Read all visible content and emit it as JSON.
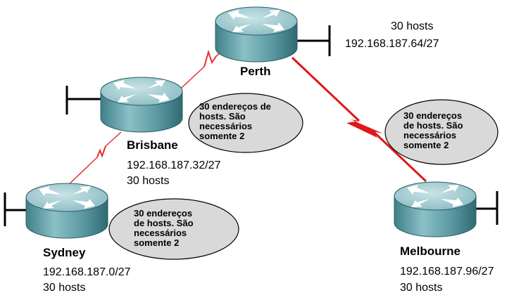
{
  "routers": {
    "perth": {
      "name": "Perth",
      "hosts": "30 hosts",
      "network": "192.168.187.64/27"
    },
    "brisbane": {
      "name": "Brisbane",
      "network": "192.168.187.32/27",
      "hosts": "30 hosts"
    },
    "sydney": {
      "name": "Sydney",
      "network": "192.168.187.0/27",
      "hosts": "30 hosts"
    },
    "melbourne": {
      "name": "Melbourne",
      "network": "192.168.187.96/27",
      "hosts": "30 hosts"
    }
  },
  "bubbles": {
    "perth_brisbane": "30 endereços de\nhosts. São\nnecessários\nsomente 2",
    "perth_melbourne": "30 endereços\nde hosts. São\nnecessários\nsomente 2",
    "brisbane_sydney": "30 endereços\nde hosts. São\nnecessários\nsomente 2"
  },
  "colors": {
    "router_body": "#5f9ea6",
    "router_top": "#a9cfd4",
    "link_thin": "#e53030",
    "link_serial": "#e01818",
    "bubble_fill": "#d9d9d9"
  }
}
